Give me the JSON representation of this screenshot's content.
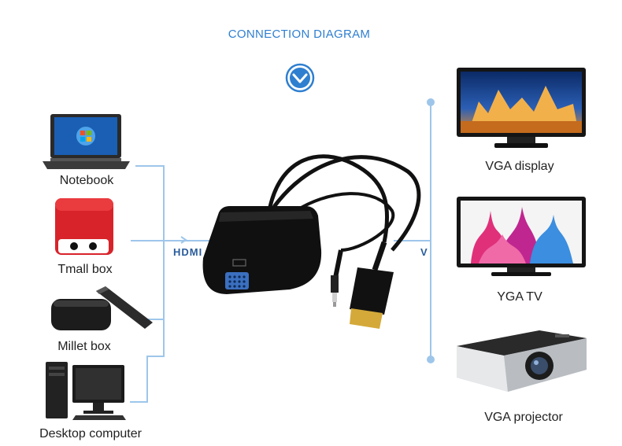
{
  "title": "CONNECTION DIAGRAM",
  "sources": [
    {
      "label": "Notebook"
    },
    {
      "label": "Tmall box"
    },
    {
      "label": "Millet box"
    },
    {
      "label": "Desktop computer"
    }
  ],
  "outputs": [
    {
      "label": "VGA display"
    },
    {
      "label": "YGA TV"
    },
    {
      "label": "VGA projector"
    }
  ],
  "connector": {
    "input_label": "HDMI",
    "output_label": "V"
  },
  "colors": {
    "accent": "#2f7fd0",
    "wire": "#9ec6ea"
  },
  "icons": [
    "chevron-down-icon",
    "laptop-icon",
    "tv-box-icon",
    "media-box-icon",
    "desktop-icon",
    "monitor-icon",
    "tv-icon",
    "projector-icon",
    "adapter-icon"
  ]
}
